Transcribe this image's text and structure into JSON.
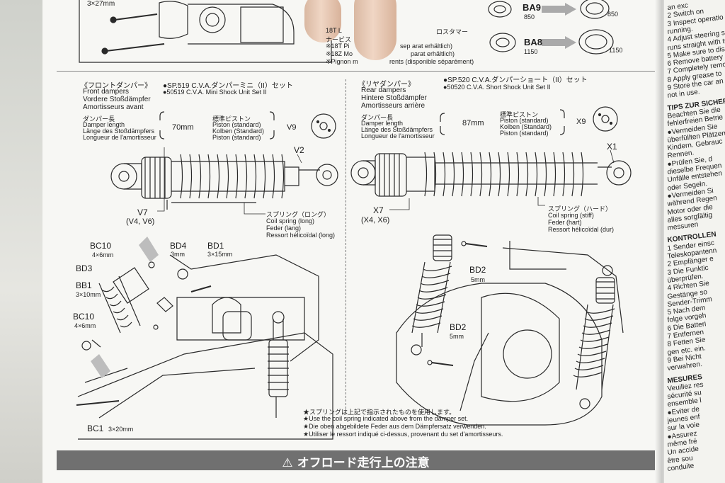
{
  "top": {
    "part_top": "3×27mm",
    "motor_lines": [
      "18T L",
      "ナービス",
      "※18T Pi",
      "※18Z Mo",
      "※Pignon m"
    ],
    "motor_suffix": [
      "ロスタマー",
      "sep  arat erhältlich)",
      "parat erhältlich)",
      "rents (disponible séparément)"
    ],
    "ba9": {
      "label": "BA9",
      "num": "850",
      "num2": "850"
    },
    "ba8": {
      "label": "BA8",
      "num": "1150",
      "num2": "1150"
    }
  },
  "front": {
    "jp_title": "《フロントダンパー》",
    "titles": [
      "Front dampers",
      "Vordere Stoßdämpfer",
      "Amortisseurs avant"
    ],
    "set_jp": "●SP.519 C.V.A.ダンパーミニ（II）セット",
    "set_en": "●50519 C.V.A. Mini Shock Unit Set II",
    "length_jp": "ダンパー長",
    "length_lines": [
      "Damper length",
      "Länge des Stoßdämpfers",
      "Longueur de l'amortisseur"
    ],
    "length_value": "70mm",
    "piston_jp": "標準ピストン",
    "piston_lines": [
      "Piston (standard)",
      "Kolben (Standard)",
      "Piston (standard)"
    ],
    "piston_part": "V9",
    "part_v2": "V2",
    "part_v7": "V7",
    "part_v7_sub": "(V4, V6)",
    "spring_jp": "スプリング（ロング）",
    "spring_lines": [
      "Coil spring (long)",
      "Feder (lang)",
      "Ressort hélicoïdal (long)"
    ],
    "bc10": "BC10",
    "bc10_size": "4×6mm",
    "bd4": "BD4",
    "bd4_size": "3mm",
    "bd1": "BD1",
    "bd1_size": "3×15mm",
    "bd3": "BD3",
    "bb1": "BB1",
    "bb1_size": "3×10mm",
    "bc10b": "BC10",
    "bc10b_size": "4×6mm",
    "bc1": "BC1",
    "bc1_size": "3×20mm"
  },
  "rear": {
    "jp_title": "《リヤダンパー》",
    "titles": [
      "Rear dampers",
      "Hintere Stoßdämpfer",
      "Amortisseurs arrière"
    ],
    "set_jp": "●SP.520 C.V.A.ダンパーショート（II）セット",
    "set_en": "●50520 C.V.A. Short Shock Unit Set II",
    "length_jp": "ダンパー長",
    "length_lines": [
      "Damper length",
      "Länge des Stoßdämpfers",
      "Longueur de l'amortisseur"
    ],
    "length_value": "87mm",
    "piston_jp": "標準ピストン",
    "piston_lines": [
      "Piston (standard)",
      "Kolben (Standard)",
      "Piston (standard)"
    ],
    "piston_part": "X9",
    "part_x1": "X1",
    "part_x7": "X7",
    "part_x7_sub": "(X4, X6)",
    "spring_jp": "スプリング（ハード）",
    "spring_lines": [
      "Coil spring (stiff)",
      "Feder (hart)",
      "Ressort hélicoïdal (dur)"
    ],
    "bd2": "BD2",
    "bd2_size": "5mm",
    "bd2b": "BD2",
    "bd2b_size": "5mm"
  },
  "notes": [
    "★スプリングは上記で指示されたものを使用します。",
    "★Use the coil spring indicated above from the damper set.",
    "★Die oben abgebildete Feder aus dem Dämpfersatz verwenden.",
    "★Utiliser le ressort indiqué ci-dessus, provenant du set d'amortisseurs."
  ],
  "caution_banner": "⚠ オフロード走行上の注意",
  "right_gutter": [
    "an exc",
    "2 Switch on",
    "3 Inspect  operatio",
    "running.",
    "4 Adjust steering se",
    "runs straight with tr",
    "5 Make sure to discon",
    "6 Remove battery",
    "7 Completely remo",
    "8 Apply grease to",
    "9 Store the car an",
    "not in use.",
    "TIPS ZUR SICHER",
    "Beachten Sie die",
    "fehlerfreien Betrie",
    "●Vermeiden Sie",
    "überfüllten Plätzen",
    "Kindern. Gebrauc",
    "Rennen.",
    "●Prüfen Sie, d",
    "dieselbe Frequen",
    "Unfälle entstehen",
    "oder Segeln.",
    "●Vermeiden Si",
    "während Regen",
    "Motor oder die",
    "alles  sorgfältig",
    "messuren",
    "KONTROLLEN",
    "1 Sender einsc",
    "Teleskopantenn",
    "2 Empfänger e",
    "3 Die Funktic",
    "überprüfen.",
    "4 Richten Sie",
    "Gestänge so",
    "Sender-Trimm",
    "5 Nach dem",
    "folge vorgeh",
    "6 Die Batteri",
    "7 Entfernen",
    "8 Fetten Sie",
    "gen etc. ein.",
    "9 Bei Nicht",
    "verwahren.",
    "MESURES",
    "Veuillez res",
    "sécurité su",
    "ensemble l",
    "●Eviter de",
    "jeunes enf",
    "sur la voie",
    "●Assurez",
    "même fré",
    "Un accide",
    "être sou",
    "conduite"
  ]
}
